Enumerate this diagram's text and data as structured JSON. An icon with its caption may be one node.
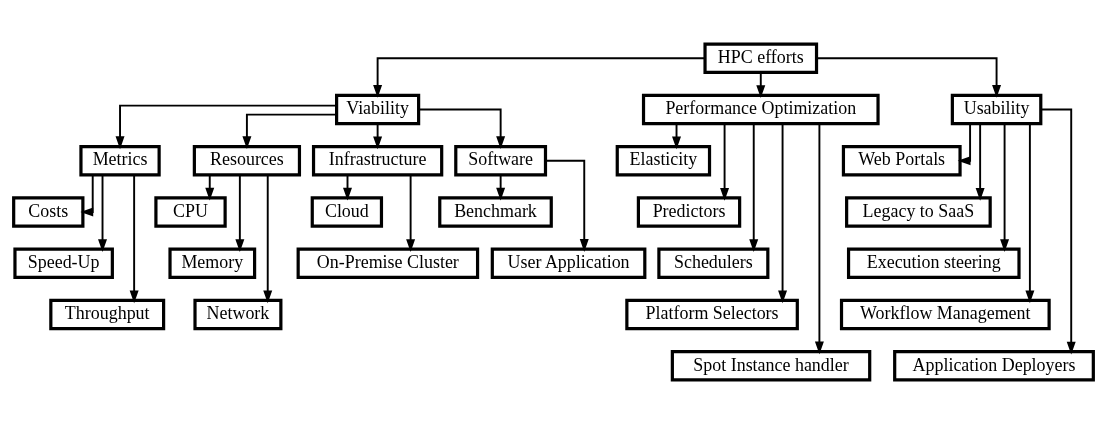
{
  "diagram": {
    "nodes": [
      {
        "text": [
          "HPC efforts"
        ]
      },
      {
        "text": [
          "Viability"
        ]
      },
      {
        "text": [
          "Performance Optimization"
        ]
      },
      {
        "text": [
          "Usability"
        ]
      },
      {
        "text": [
          "Metrics"
        ]
      },
      {
        "text": [
          "Resources"
        ]
      },
      {
        "text": [
          "Infrastructure"
        ]
      },
      {
        "text": [
          "Software"
        ]
      },
      {
        "text": [
          "Costs"
        ]
      },
      {
        "text": [
          "Speed-Up"
        ]
      },
      {
        "text": [
          "Throughput"
        ]
      },
      {
        "text": [
          "CPU"
        ]
      },
      {
        "text": [
          "Memory"
        ]
      },
      {
        "text": [
          "Network"
        ]
      },
      {
        "text": [
          "Cloud"
        ]
      },
      {
        "text": [
          "On-Premise Cluster"
        ]
      },
      {
        "text": [
          "Benchmark"
        ]
      },
      {
        "text": [
          "User Application"
        ]
      },
      {
        "text": [
          "Elasticity"
        ]
      },
      {
        "text": [
          "Predictors"
        ]
      },
      {
        "text": [
          "Schedulers"
        ]
      },
      {
        "text": [
          "Platform Selectors"
        ]
      },
      {
        "text": [
          "Spot Instance handler"
        ]
      },
      {
        "text": [
          "Web Portals"
        ]
      },
      {
        "text": [
          "Legacy to SaaS"
        ]
      },
      {
        "text": [
          "Execution steering"
        ]
      },
      {
        "text": [
          "Workflow Management"
        ]
      },
      {
        "text": [
          "Application Deployers"
        ]
      }
    ],
    "edges": [
      {
        "from": 0,
        "to": 1,
        "arrow": "to"
      },
      {
        "from": 0,
        "to": 2,
        "arrow": "to"
      },
      {
        "from": 0,
        "to": 3,
        "arrow": "to"
      },
      {
        "from": 1,
        "to": 4,
        "arrow": "to"
      },
      {
        "from": 1,
        "to": 5,
        "arrow": "to"
      },
      {
        "from": 1,
        "to": 6,
        "arrow": "to"
      },
      {
        "from": 1,
        "to": 7,
        "arrow": "to"
      },
      {
        "from": 4,
        "to": 8,
        "arrow": "to"
      },
      {
        "from": 4,
        "to": 9,
        "arrow": "to"
      },
      {
        "from": 4,
        "to": 10,
        "arrow": "to"
      },
      {
        "from": 5,
        "to": 11,
        "arrow": "to"
      },
      {
        "from": 5,
        "to": 12,
        "arrow": "to"
      },
      {
        "from": 5,
        "to": 13,
        "arrow": "to"
      },
      {
        "from": 6,
        "to": 14,
        "arrow": "to"
      },
      {
        "from": 6,
        "to": 15,
        "arrow": "to"
      },
      {
        "from": 7,
        "to": 16,
        "arrow": "to"
      },
      {
        "from": 7,
        "to": 17,
        "arrow": "to"
      },
      {
        "from": 2,
        "to": 18,
        "arrow": "to"
      },
      {
        "from": 2,
        "to": 19,
        "arrow": "to"
      },
      {
        "from": 2,
        "to": 20,
        "arrow": "to"
      },
      {
        "from": 2,
        "to": 21,
        "arrow": "to"
      },
      {
        "from": 2,
        "to": 22,
        "arrow": "to"
      },
      {
        "from": 3,
        "to": 23,
        "arrow": "to"
      },
      {
        "from": 3,
        "to": 24,
        "arrow": "to"
      },
      {
        "from": 3,
        "to": 25,
        "arrow": "to"
      },
      {
        "from": 3,
        "to": 26,
        "arrow": "to"
      },
      {
        "from": 3,
        "to": 27,
        "arrow": "to"
      }
    ]
  }
}
